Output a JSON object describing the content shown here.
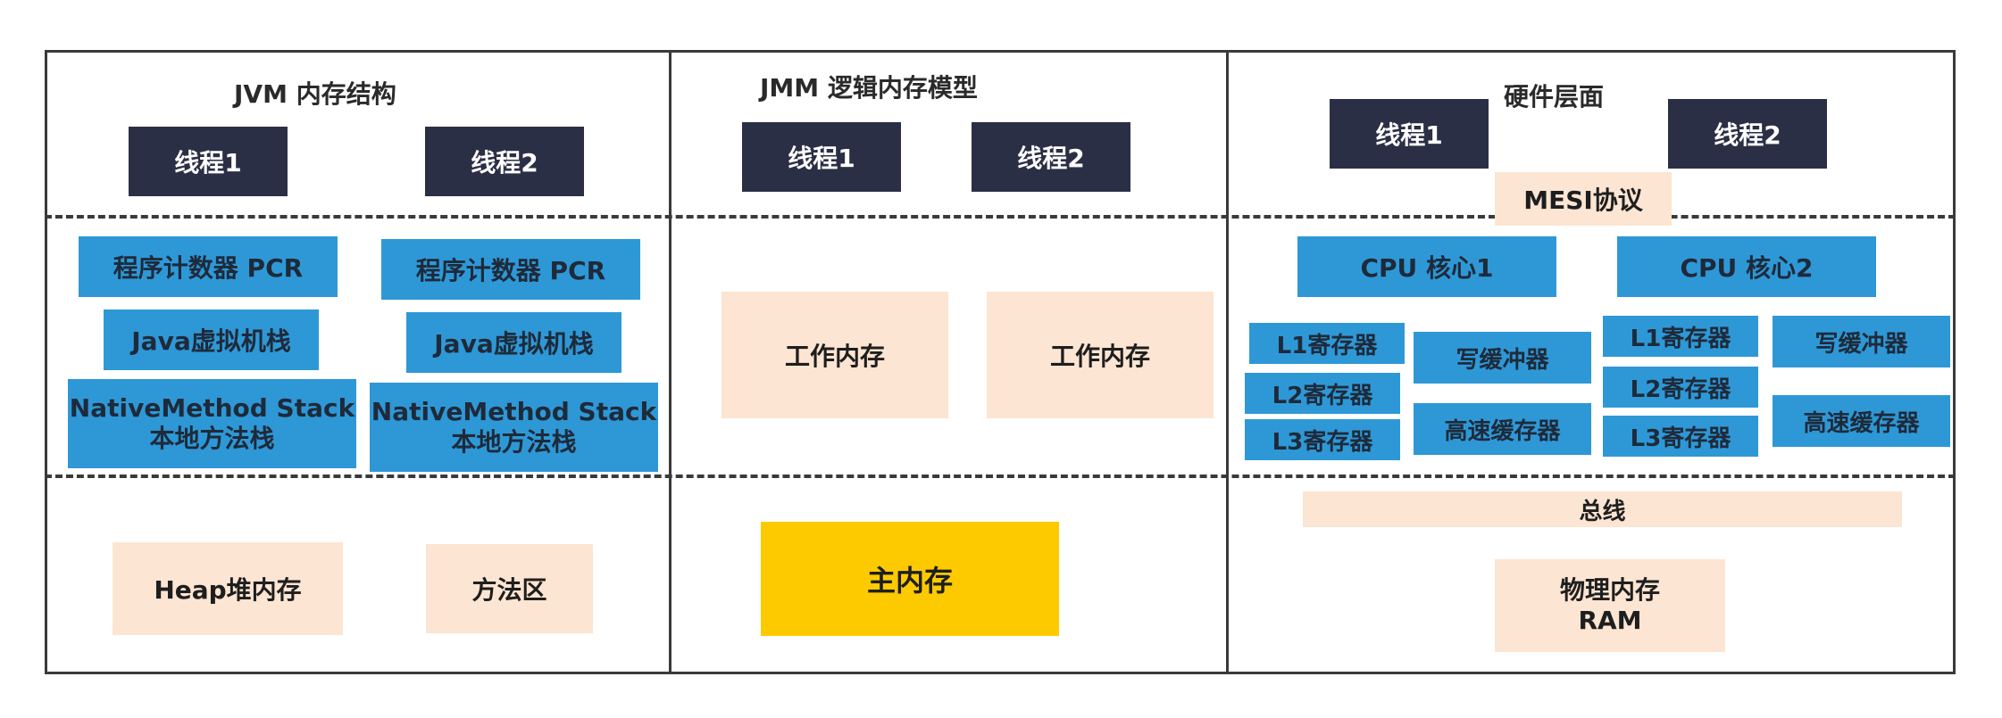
{
  "jvm": {
    "heading": "JVM 内存结构",
    "thread1": "线程1",
    "thread2": "线程2",
    "pcr": "程序计数器 PCR",
    "java_stack": "Java虚拟机栈",
    "native_stack_line1": "NativeMethod Stack",
    "native_stack_line2": "本地方法栈",
    "heap": "Heap堆内存",
    "method_area": "方法区"
  },
  "jmm": {
    "heading": "JMM 逻辑内存模型",
    "thread1": "线程1",
    "thread2": "线程2",
    "working_memory": "工作内存",
    "main_memory": "主内存"
  },
  "hardware": {
    "heading": "硬件层面",
    "thread1": "线程1",
    "thread2": "线程2",
    "mesi": "MESI协议",
    "cpu_core1": "CPU 核心1",
    "cpu_core2": "CPU 核心2",
    "l1": "L1寄存器",
    "l2": "L2寄存器",
    "l3": "L3寄存器",
    "write_buffer": "写缓冲器",
    "cache": "高速缓存器",
    "bus": "总线",
    "ram_line1": "物理内存",
    "ram_line2": "RAM"
  },
  "colors": {
    "thread": "#2b2f45",
    "component": "#2e98d6",
    "memory": "#fce5d2",
    "main_memory": "#fdca00"
  }
}
